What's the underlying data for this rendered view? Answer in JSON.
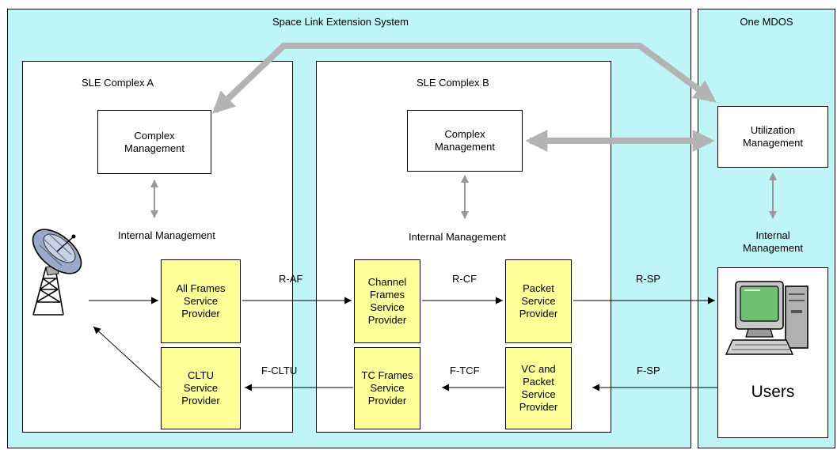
{
  "regions": {
    "sle_system": "Space Link Extension System",
    "mdos": "One MDOS"
  },
  "complexes": {
    "a": {
      "title": "SLE Complex A",
      "management": "Complex\nManagement",
      "internal": "Internal Management"
    },
    "b": {
      "title": "SLE Complex B",
      "management": "Complex\nManagement",
      "internal": "Internal Management"
    }
  },
  "mdos_parts": {
    "utilization": "Utilization\nManagement",
    "internal": "Internal\nManagement",
    "users": "Users"
  },
  "services": {
    "all_frames": "All Frames\nService\nProvider",
    "cltu": "CLTU\nService\nProvider",
    "channel_frames": "Channel\nFrames\nService\nProvider",
    "tc_frames": "TC Frames\nService\nProvider",
    "packet": "Packet\nService\nProvider",
    "vc_packet": "VC and\nPacket\nService\nProvider"
  },
  "links": {
    "r_af": "R-AF",
    "r_cf": "R-CF",
    "r_sp": "R-SP",
    "f_cltu": "F-CLTU",
    "f_tcf": "F-TCF",
    "f_sp": "F-SP"
  },
  "colors": {
    "region_fill": "#bff5f7",
    "service_fill": "#ffff99",
    "mgmt_arrow": "#b3b3b3",
    "internal_arrow": "#999999",
    "monitor_screen": "#6fbf73"
  },
  "icons": [
    "satellite-dish-icon",
    "computer-workstation-icon"
  ]
}
